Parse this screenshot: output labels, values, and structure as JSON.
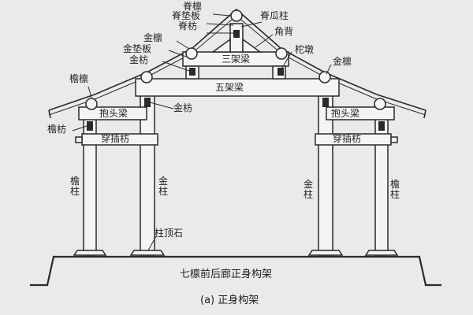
{
  "labels": {
    "ji_lin": "脊檩",
    "ji_dian_ban": "脊垫板",
    "ji_fang": "脊枋",
    "ji_gua_zhu": "脊瓜柱",
    "jiao_bei": "角背",
    "jin_lin_left": "金檩",
    "jin_dian_ban": "金垫板",
    "jin_fang_upper": "金枋",
    "san_jia_liang": "三架梁",
    "tuo_dun": "柁墩",
    "jin_lin_right": "金檩",
    "yan_lin": "檐檩",
    "wu_jia_liang": "五架梁",
    "jin_fang_mid": "金枋",
    "bao_tou_liang_left": "抱头梁",
    "bao_tou_liang_right": "抱头梁",
    "yan_fang": "檐枋",
    "chuan_cha_fang_left": "穿插枋",
    "chuan_cha_fang_right": "穿插枋",
    "yan_zhu_left": "檐柱",
    "jin_zhu_left": "金柱",
    "jin_zhu_right": "金柱",
    "yan_zhu_right": "檐柱",
    "zhu_ding_shi": "柱顶石"
  },
  "captions": {
    "title": "七檩前后廊正身构架",
    "figure": "(a) 正身构架"
  }
}
